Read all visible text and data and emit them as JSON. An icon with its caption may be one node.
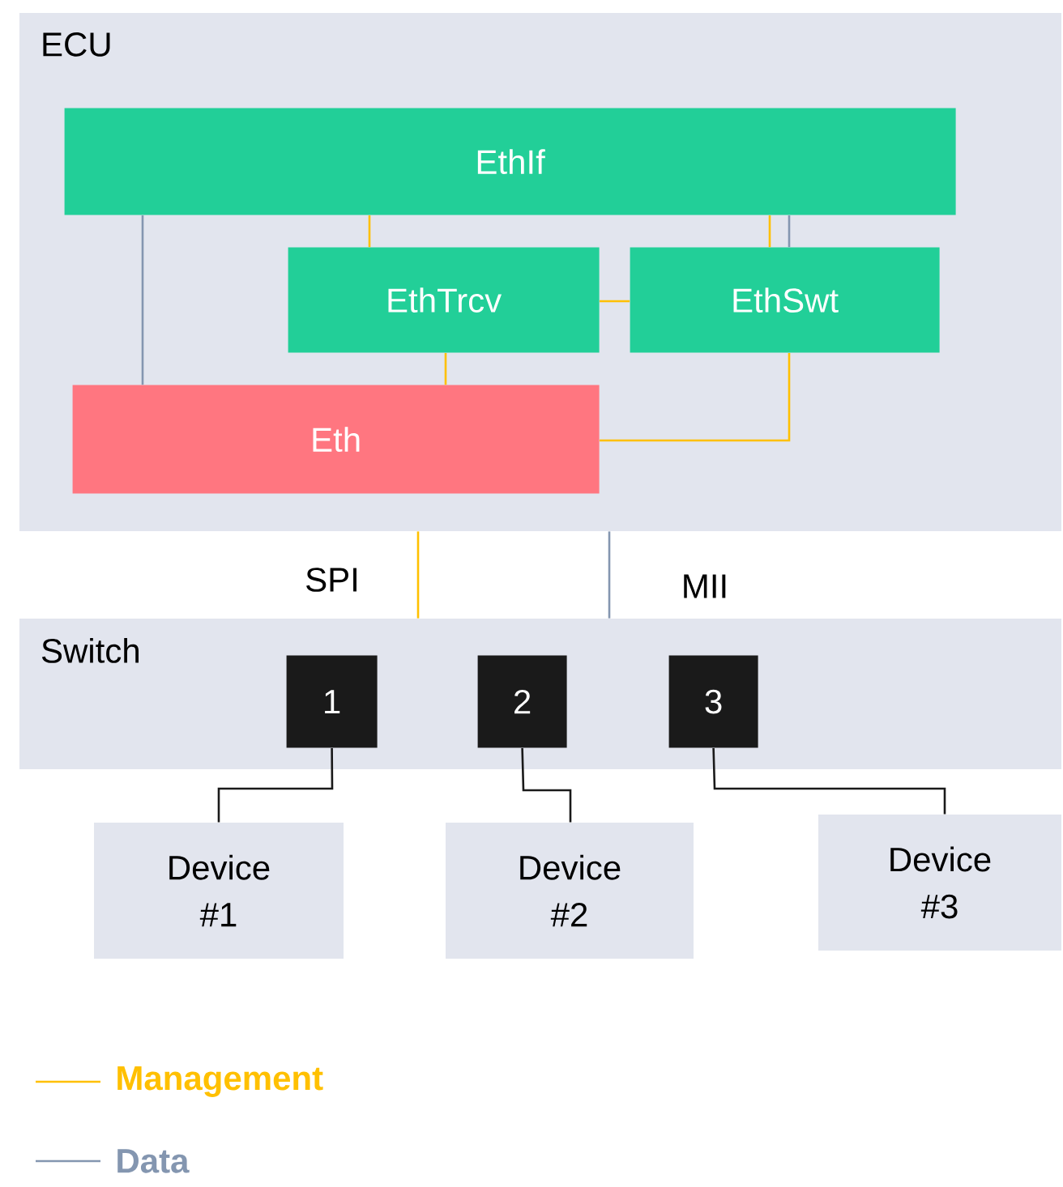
{
  "diagram": {
    "nodes": [
      {
        "text": [
          "ECU"
        ]
      },
      {
        "text": [
          "EthIf"
        ],
        "in": 0
      },
      {
        "text": [
          "EthTrcv"
        ],
        "in": 0
      },
      {
        "text": [
          "EthSwt"
        ],
        "in": 0
      },
      {
        "text": [
          "Eth"
        ],
        "in": 0
      },
      {
        "text": [
          "Switch"
        ]
      },
      {
        "text": [
          "1"
        ],
        "in": 5
      },
      {
        "text": [
          "2"
        ],
        "in": 5
      },
      {
        "text": [
          "3"
        ],
        "in": 5
      },
      {
        "text": [
          "Device #1"
        ]
      },
      {
        "text": [
          "Device #2"
        ]
      },
      {
        "text": [
          "Device #3"
        ]
      }
    ],
    "edges": [
      {
        "from": 1,
        "to": 4,
        "arrow": "none",
        "color": "#8496b0"
      },
      {
        "from": 1,
        "to": 2,
        "arrow": "none",
        "color": "#ffc000"
      },
      {
        "from": 1,
        "to": 3,
        "arrow": "none",
        "color": "#ffc000"
      },
      {
        "from": 1,
        "to": 3,
        "arrow": "none",
        "color": "#8496b0"
      },
      {
        "from": 2,
        "to": 3,
        "arrow": "none",
        "color": "#ffc000"
      },
      {
        "from": 2,
        "to": 4,
        "arrow": "none",
        "color": "#ffc000"
      },
      {
        "from": 3,
        "to": 4,
        "arrow": "none",
        "color": "#ffc000"
      },
      {
        "from": 0,
        "to": 5,
        "arrow": "none",
        "label": "SPI",
        "color": "#ffc000"
      },
      {
        "from": 0,
        "to": 5,
        "arrow": "none",
        "label": "MII",
        "color": "#8496b0"
      },
      {
        "from": 6,
        "to": 9,
        "arrow": "none",
        "color": "#1a1a1a"
      },
      {
        "from": 7,
        "to": 10,
        "arrow": "none",
        "color": "#1a1a1a"
      },
      {
        "from": 8,
        "to": 11,
        "arrow": "none",
        "color": "#1a1a1a"
      }
    ],
    "legend": [
      {
        "text": "Management",
        "color": "#ffc000"
      },
      {
        "text": "Data",
        "color": "#8496b0"
      }
    ]
  }
}
